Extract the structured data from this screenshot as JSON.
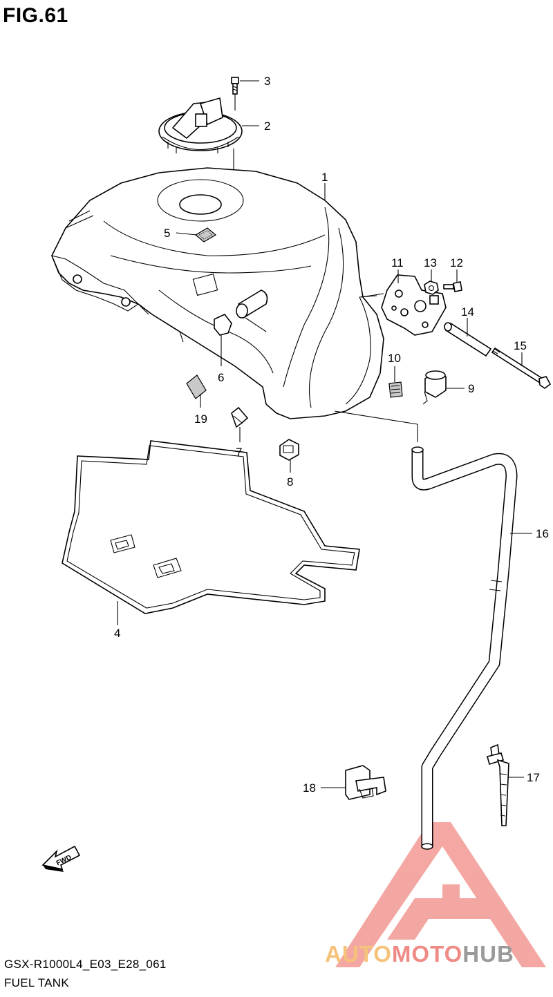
{
  "figure": {
    "title": "FIG.61",
    "model_code": "GSX-R1000L4_E03_E28_061",
    "section_name": "FUEL TANK",
    "fwd_label": "FWD"
  },
  "callouts": [
    "1",
    "2",
    "3",
    "4",
    "5",
    "6",
    "7",
    "8",
    "9",
    "10",
    "11",
    "12",
    "13",
    "14",
    "15",
    "16",
    "17",
    "18",
    "19"
  ],
  "watermark": {
    "part1": "AUTO",
    "part2": "MOTO",
    "part3": "HUB",
    "colors": {
      "auto": "#f5c27a",
      "moto": "#f08a84",
      "hub": "#9a9a9a",
      "logo": "#f08a84"
    }
  }
}
